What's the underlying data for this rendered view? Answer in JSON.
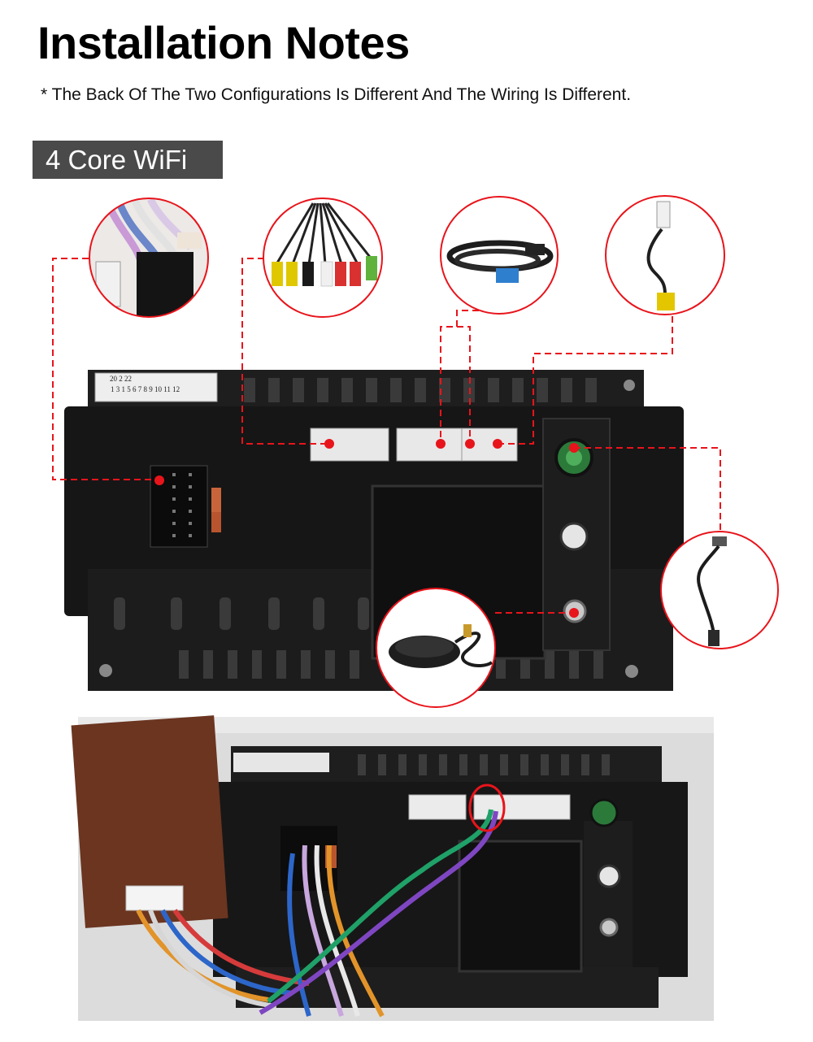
{
  "header": {
    "title": "Installation Notes",
    "subtitle": "* The Back Of The Two Configurations Is Different And The Wiring Is Different."
  },
  "section": {
    "label": "4 Core WiFi"
  },
  "unit": {
    "pin_label_row1": "20  2  22",
    "pin_label_row2": "1 3 1 5 6 7 8 9 10 11 12"
  },
  "accessories": [
    {
      "name": "power-harness-icon"
    },
    {
      "name": "rca-cable-icon"
    },
    {
      "name": "usb-cable-icon"
    },
    {
      "name": "camera-cable-icon"
    },
    {
      "name": "wifi-antenna-cable-icon"
    },
    {
      "name": "gps-antenna-icon"
    }
  ],
  "colors": {
    "marker": "#e8141b",
    "badge": "#4a4a4a",
    "unit_body": "#1b1b1b"
  }
}
